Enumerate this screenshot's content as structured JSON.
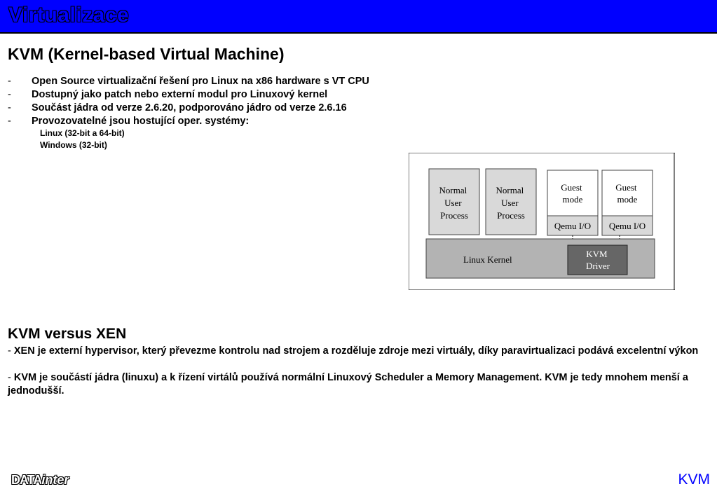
{
  "header": {
    "title": "Virtualizace"
  },
  "section1": {
    "heading": "KVM (Kernel-based Virtual Machine)",
    "bullets": [
      "Open Source virtualizační řešení pro Linux na x86 hardware s VT CPU",
      "Dostupný jako patch nebo externí modul pro Linuxový kernel",
      "Součást jádra od verze 2.6.20, podporováno jádro od verze 2.6.16",
      "Provozovatelné jsou hostující oper. systémy:"
    ],
    "sub_items": [
      "Linux (32-bit a 64-bit)",
      "Windows (32-bit)"
    ]
  },
  "diagram": {
    "normal_process_1": [
      "Normal",
      "User",
      "Process"
    ],
    "normal_process_2": [
      "Normal",
      "User",
      "Process"
    ],
    "guest_mode_1": [
      "Guest",
      "mode"
    ],
    "guest_mode_2": [
      "Guest",
      "mode"
    ],
    "qemu_1": "Qemu I/O",
    "qemu_2": "Qemu I/O",
    "linux_kernel": "Linux Kernel",
    "kvm_driver": [
      "KVM",
      "Driver"
    ]
  },
  "section2": {
    "heading": "KVM versus XEN",
    "paragraphs": [
      "XEN je externí hypervisor, který převezme kontrolu nad strojem a rozděluje zdroje mezi virtuály, díky paravirtualizaci podává excelentní výkon",
      "KVM je součástí jádra (linuxu) a k řízení virtálů používá normální Linuxový Scheduler a Memory Management. KVM je tedy mnohem menší a jednodušší."
    ]
  },
  "footer": {
    "logo_part1": "DATA",
    "logo_part2": "inter",
    "label": "KVM"
  },
  "colors": {
    "accent": "#0000ff",
    "diagram_box": "#d9d9d9",
    "kernel": "#b3b3b3",
    "driver": "#666666"
  }
}
